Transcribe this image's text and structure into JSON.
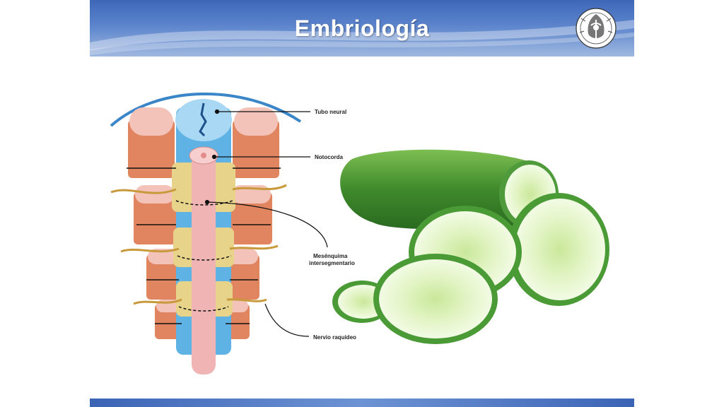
{
  "slide": {
    "title": "Embriología"
  },
  "diagram": {
    "labels": {
      "neural_tube": "Tubo neural",
      "notochord": "Notocorda",
      "mesenchyme_1": "Mesénquima",
      "mesenchyme_2": "intersegmentario",
      "spinal_nerve": "Nervio raquídeo"
    },
    "colors": {
      "neural_tube": "#5fb3e4",
      "muscle": "#e0855f",
      "notochord": "#f0b4b4",
      "mesenchyme": "#e8d38a",
      "nerve": "#c89a3c"
    }
  },
  "theme": {
    "header_blue": "#3e67b8",
    "cucumber_green": "#4f9a3a",
    "cucumber_flesh": "#d8f0b8"
  }
}
